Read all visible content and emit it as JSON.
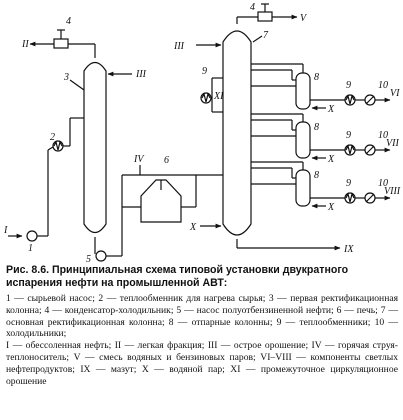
{
  "figure": {
    "labels": {
      "stream_I": "I",
      "stream_II": "II",
      "stream_III_left": "III",
      "stream_III_right": "III",
      "stream_IV": "IV",
      "stream_V": "V",
      "stream_VI": "VI",
      "stream_VII": "VII",
      "stream_VIII": "VIII",
      "stream_IX": "IX",
      "stream_X_main": "X",
      "stream_X_1": "X",
      "stream_X_2": "X",
      "stream_X_3": "X",
      "stream_XI": "XI",
      "n1": "1",
      "n2": "2",
      "n3": "3",
      "n4_left": "4",
      "n4_right": "4",
      "n5": "5",
      "n6": "6",
      "n7": "7",
      "n8_1": "8",
      "n8_2": "8",
      "n8_3": "8",
      "n9_top": "9",
      "n9_1": "9",
      "n9_2": "9",
      "n9_3": "9",
      "n10_1": "10",
      "n10_2": "10",
      "n10_3": "10"
    }
  },
  "caption": {
    "title": "Рис. 8.6. Принципиальная схема типовой установки двукратного испарения нефти на промышленной АВТ:",
    "legend_equipment": "1 — сырьевой насос; 2 — теплообменник для нагрева сырья; 3 — первая ректификационная колонна; 4 — конденсатор-холодильник; 5 — насос полуотбензиненной нефти; 6 — печь; 7 — основная ректификационная колонна; 8 — отпарные колонны; 9 — теплообменники; 10 — холодильники;",
    "legend_streams": "I — обессоленная нефть; II — легкая фракция; III — острое орошение; IV — горячая струя-теплоноситель; V — смесь водяных и бензиновых паров; VI–VIII — компоненты светлых нефтепродуктов; IX — мазут; X — водяной пар; XI — промежуточное циркуляционное орошение"
  }
}
